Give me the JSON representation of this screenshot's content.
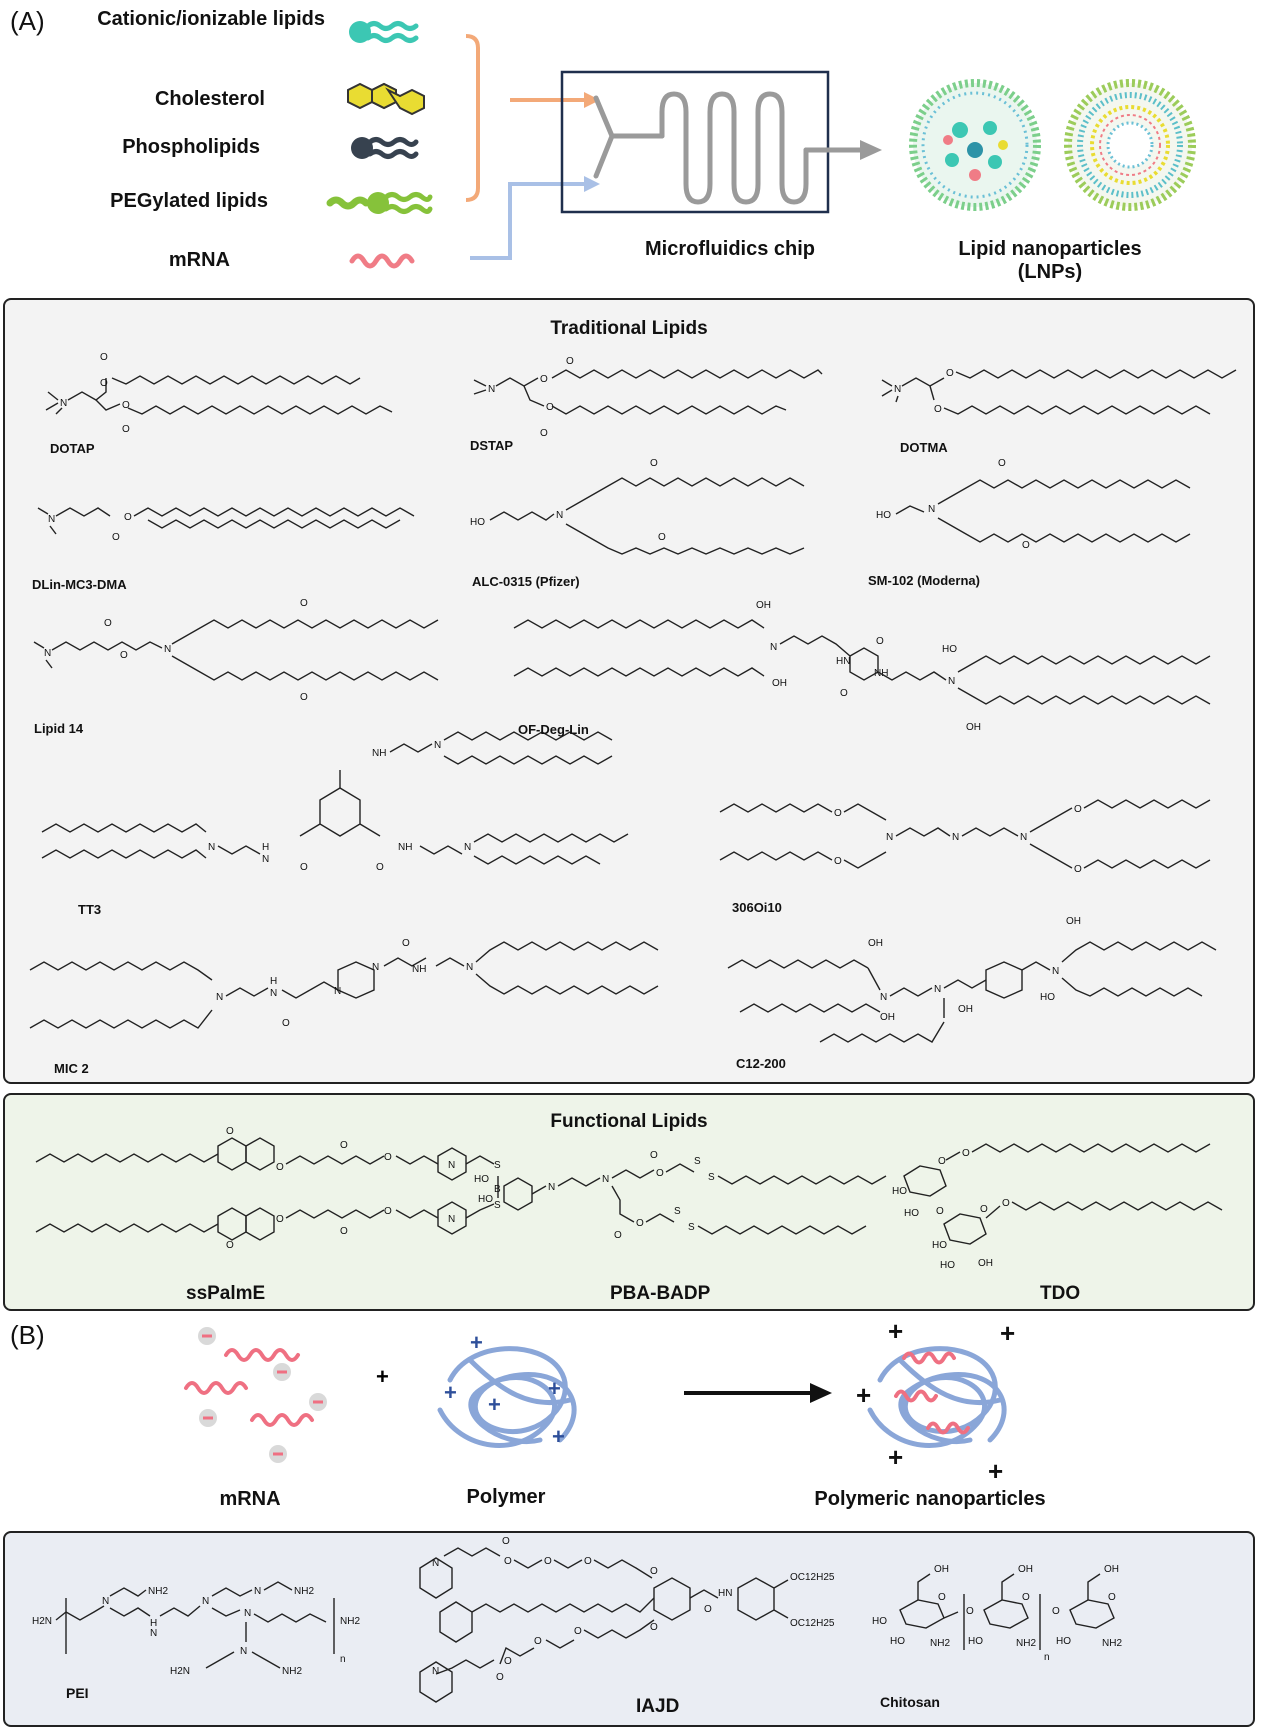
{
  "panel_a": {
    "letter": "(A)",
    "components": [
      {
        "label": "Cationic/ionizable lipids",
        "color": "#3cc7b3"
      },
      {
        "label": "Cholesterol",
        "color": "#e9dc32"
      },
      {
        "label": "Phospholipids",
        "color": "#37424f"
      },
      {
        "label": "PEGylated lipids",
        "color": "#86c23a"
      },
      {
        "label": "mRNA",
        "color": "#f07c86"
      }
    ],
    "chip_label": "Microfluidics chip",
    "lnp_label_line1": "Lipid nanoparticles",
    "lnp_label_line2": "(LNPs)",
    "arrow_colors": {
      "organic": "#f3a978",
      "aqueous": "#a9c0e6",
      "chip": "#9a9a9a"
    }
  },
  "traditional": {
    "title": "Traditional Lipids",
    "compounds": [
      "DOTAP",
      "DSTAP",
      "DOTMA",
      "DLin-MC3-DMA",
      "ALC-0315 (Pfizer)",
      "SM-102 (Moderna)",
      "Lipid 14",
      "OF-Deg-Lin",
      "TT3",
      "306Oi10",
      "MIC 2",
      "C12-200"
    ]
  },
  "functional": {
    "title": "Functional Lipids",
    "compounds": [
      "ssPalmE",
      "PBA-BADP",
      "TDO"
    ]
  },
  "panel_b": {
    "letter": "(B)",
    "plus": "+",
    "mrna_label": "mRNA",
    "polymer_label": "Polymer",
    "np_label": "Polymeric nanoparticles",
    "polymers": [
      "PEI",
      "IAJD",
      "Chitosan"
    ]
  },
  "atoms": {
    "O": "O",
    "N": "N",
    "NH": "NH",
    "HN": "HN",
    "OH": "OH",
    "HO": "HO",
    "S": "S",
    "B": "B",
    "NH2": "NH2",
    "H2N": "H2N",
    "n": "n",
    "OC12H25": "OC12H25"
  },
  "colors": {
    "traditional_bg": "#f3f3f3",
    "functional_bg": "#eef4e9",
    "polymer_bg": "#eaedf3",
    "chain_blue": "#8aa6d8",
    "mrna_pink": "#ef7082",
    "plus_blue": "#2e4f9a"
  }
}
